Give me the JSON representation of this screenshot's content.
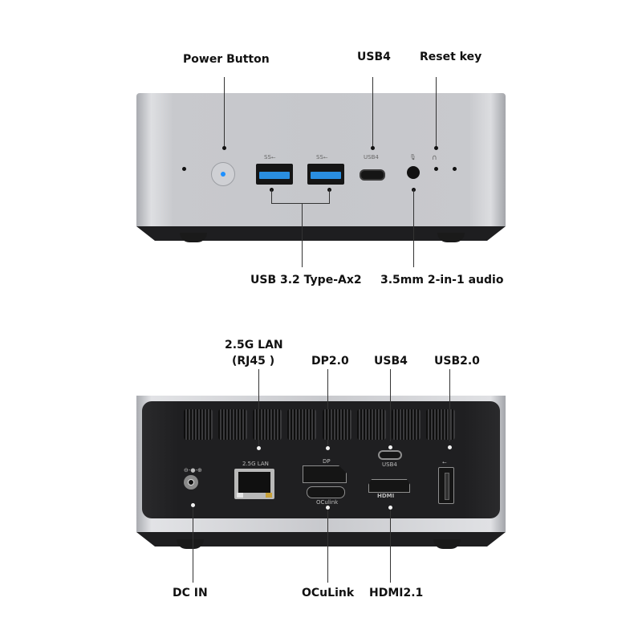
{
  "front_view": {
    "labels": {
      "power_button": "Power Button",
      "usb4": "USB4",
      "reset_key": "Reset key",
      "usb32": "USB 3.2 Type-Ax2",
      "audio": "3.5mm 2-in-1 audio"
    },
    "port_markings": {
      "usba_1": "SS⭠",
      "usba_2": "SS⭠",
      "usbc": "USB4",
      "mic": "🎙",
      "headphone": "∩"
    },
    "colors": {
      "chassis": "#c6c7cb",
      "power_led": "#1e90ff",
      "usb3_tongue": "#2a8ee0"
    }
  },
  "rear_view": {
    "labels": {
      "lan_line1": "2.5G LAN",
      "lan_line2": "(RJ45 )",
      "dp": "DP2.0",
      "usb4": "USB4",
      "usb2": "USB2.0",
      "dc_in": "DC IN",
      "oculink": "OCuLink",
      "hdmi": "HDMI2.1"
    },
    "port_markings": {
      "dc": "⊖-●-⊕",
      "lan": "2.5G LAN",
      "dp": "DP",
      "usbc": "USB4",
      "hdmi": "HDMI",
      "oculink": "OCulink",
      "usb2": "⭠"
    },
    "colors": {
      "panel": "#1f1f21",
      "chassis": "#c8c9cd"
    }
  }
}
